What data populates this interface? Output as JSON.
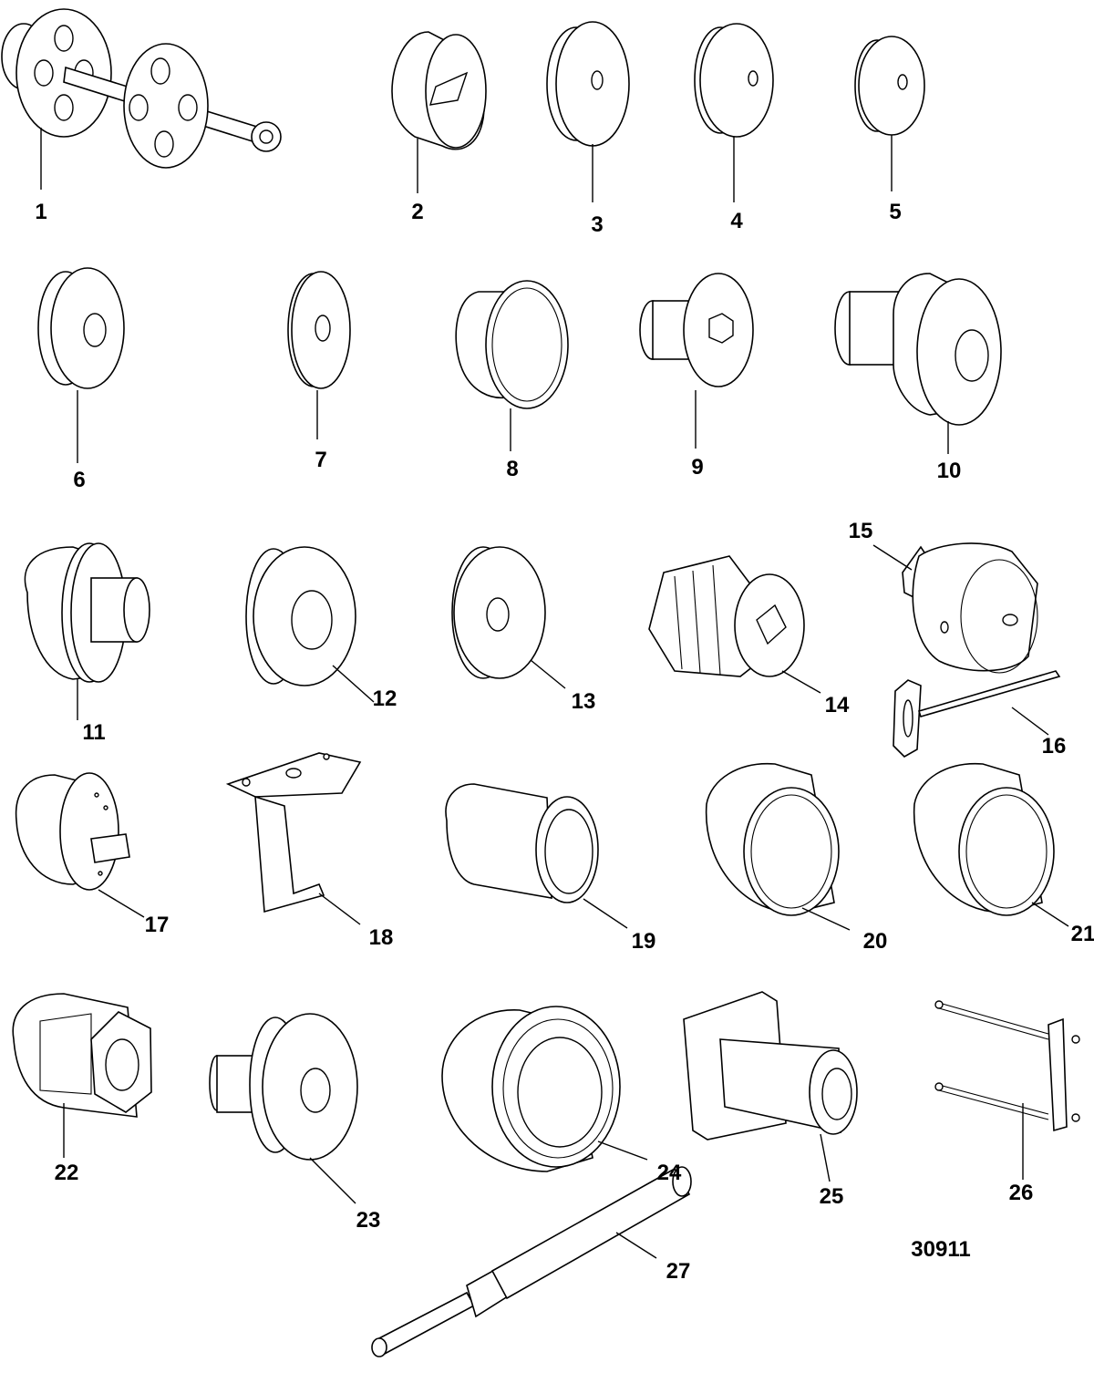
{
  "callouts": [
    "1",
    "2",
    "3",
    "4",
    "5",
    "6",
    "7",
    "8",
    "9",
    "10",
    "11",
    "12",
    "13",
    "14",
    "15",
    "16",
    "17",
    "18",
    "19",
    "20",
    "21",
    "22",
    "23",
    "24",
    "25",
    "26",
    "27"
  ],
  "figure_id": "30911",
  "colors": {
    "ink": "#000000",
    "paper": "#ffffff"
  }
}
